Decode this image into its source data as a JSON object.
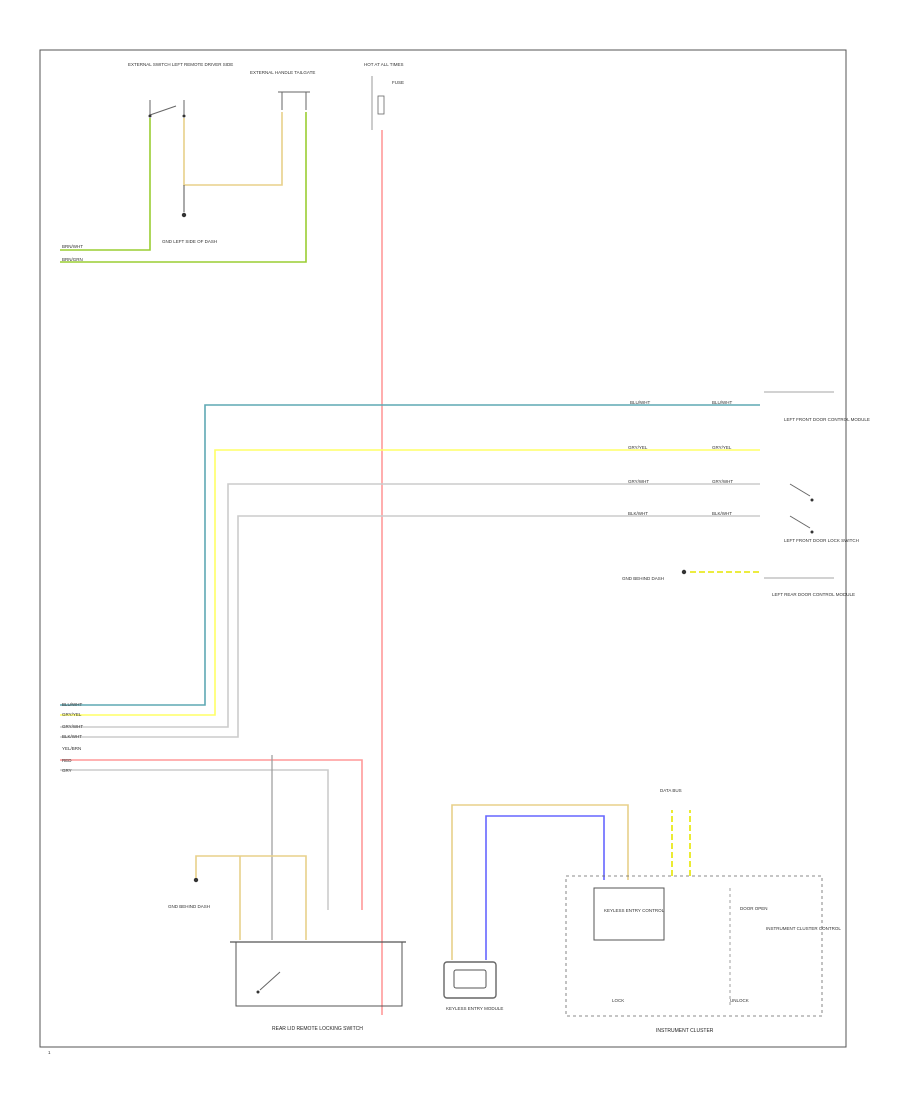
{
  "diagram": {
    "colors": {
      "green": "#9acd32",
      "yellow": "#ffff66",
      "red": "#ff9999",
      "teal": "#5fa8b4",
      "gray": "#cccccc",
      "blue": "#6666ff",
      "yellow_dark": "#e6e600",
      "tan": "#e8d08a",
      "black": "#555555"
    },
    "components": {
      "ext_switch": "EXTERNAL SWITCH LEFT REMOTE DRIVER SIDE",
      "ext_handle": "EXTERNAL HANDLE TAILGATE",
      "hot_battery": "HOT AT ALL TIMES",
      "fuse": "FUSE",
      "ground_left": "GND LEFT SIDE OF DASH",
      "left_door": "LEFT FRONT DOOR CONTROL MODULE",
      "left_front_door_lock": "LEFT FRONT DOOR LOCK SWITCH",
      "left_rear_door": "LEFT REAR DOOR CONTROL MODULE",
      "ground_mid": "GND BEHIND DASH",
      "rear_lid": "REAR LID REMOTE LOCKING SWITCH",
      "ground_bottom": "GND BEHIND DASH",
      "keyless_module": "KEYLESS ENTRY MODULE",
      "instrument_cluster": "INSTRUMENT CLUSTER",
      "keyless_sub": "KEYLESS ENTRY CONTROL",
      "door_open": "DOOR OPEN",
      "instr_right_label": "INSTRUMENT CLUSTER CONTROL",
      "cluster_left_out": "LOCK",
      "cluster_right_out": "UNLOCK",
      "data_bus": "DATA BUS",
      "page_no": "1"
    },
    "wires": {
      "w1": "BRN/WHT",
      "w2": "BRN/GRN",
      "w3": "BLU/WHT",
      "w4": "GRY/YEL",
      "w5": "GRY/WHT",
      "w6": "BLK/WHT",
      "w7": "YEL/BRN",
      "w8": "RED",
      "w9": "GRY"
    }
  }
}
